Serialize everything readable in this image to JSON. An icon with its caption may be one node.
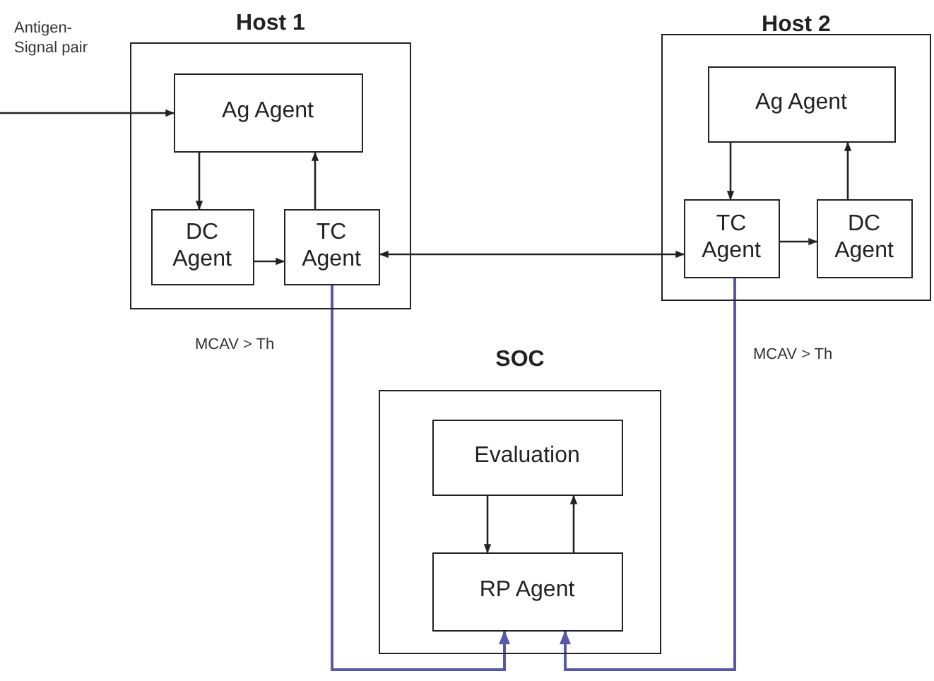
{
  "diagram": {
    "nodes": [
      {
        "text": [
          "Host 1"
        ]
      },
      {
        "text": [
          "Ag Agent"
        ],
        "in": 0
      },
      {
        "text": [
          "DC Agent"
        ],
        "in": 0
      },
      {
        "text": [
          "TC Agent"
        ],
        "in": 0
      },
      {
        "text": [
          "Host 2"
        ]
      },
      {
        "text": [
          "Ag Agent"
        ],
        "in": 4
      },
      {
        "text": [
          "TC Agent"
        ],
        "in": 4
      },
      {
        "text": [
          "DC Agent"
        ],
        "in": 4
      },
      {
        "text": [
          "SOC"
        ]
      },
      {
        "text": [
          "Evaluation"
        ],
        "in": 8
      },
      {
        "text": [
          "RP Agent"
        ],
        "in": 8
      }
    ],
    "edges": [
      {
        "from": null,
        "to": 1,
        "arrow": "to",
        "label": "Antigen-Signal pair"
      },
      {
        "from": 1,
        "to": 2,
        "arrow": "to"
      },
      {
        "from": 2,
        "to": 3,
        "arrow": "to"
      },
      {
        "from": 3,
        "to": 1,
        "arrow": "to"
      },
      {
        "from": 6,
        "to": 3,
        "arrow": "both"
      },
      {
        "from": 5,
        "to": 6,
        "arrow": "to"
      },
      {
        "from": 6,
        "to": 7,
        "arrow": "to"
      },
      {
        "from": 7,
        "to": 5,
        "arrow": "to"
      },
      {
        "from": 9,
        "to": 10,
        "arrow": "to"
      },
      {
        "from": 10,
        "to": 9,
        "arrow": "to"
      },
      {
        "from": 3,
        "to": 10,
        "arrow": "to",
        "label": "MCAV > Th",
        "color": "#5858a8"
      },
      {
        "from": 6,
        "to": 10,
        "arrow": "to",
        "label": "MCAV > Th",
        "color": "#5858a8"
      }
    ]
  }
}
